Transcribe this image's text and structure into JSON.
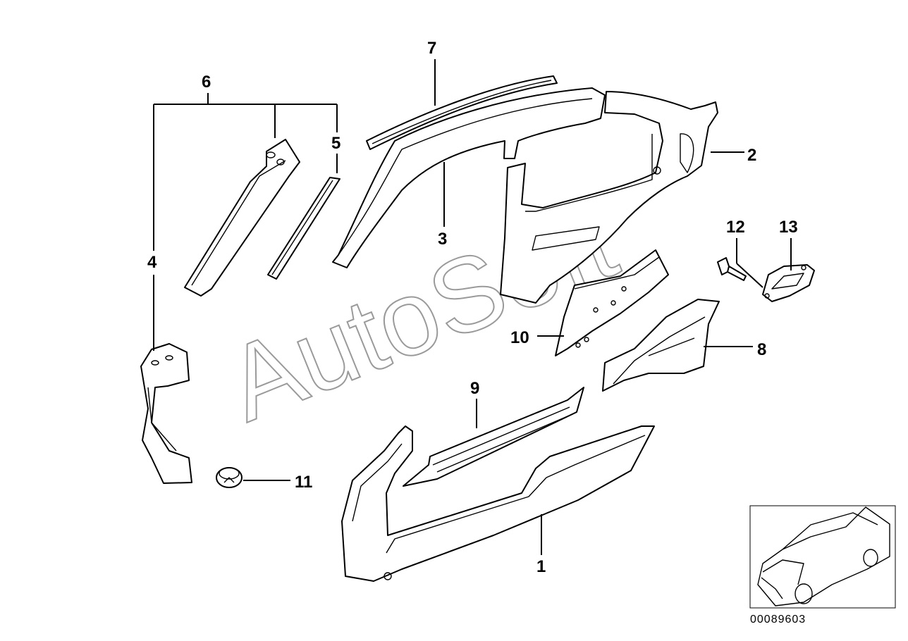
{
  "diagram": {
    "callouts": [
      "1",
      "2",
      "3",
      "4",
      "5",
      "6",
      "7",
      "8",
      "9",
      "10",
      "11",
      "12",
      "13"
    ],
    "watermark": "AutoSoft",
    "reference_code": "00089603"
  }
}
